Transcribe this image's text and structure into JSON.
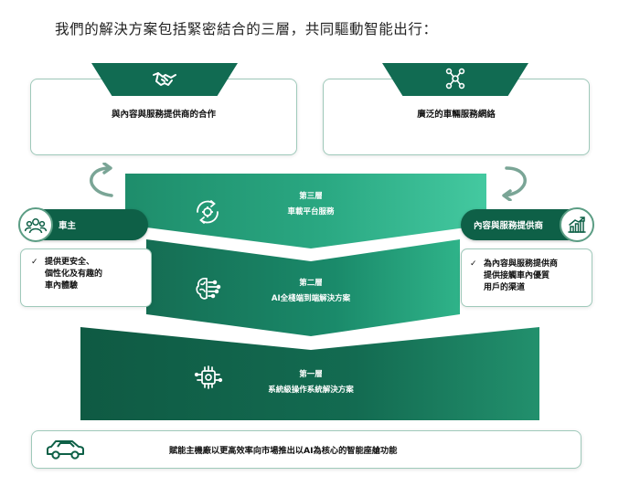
{
  "title": "我們的解決方案包括緊密結合的三層，共同驅動智能出行：",
  "top_boxes": [
    {
      "label": "與內容與服務提供商的合作",
      "icon": "handshake-icon"
    },
    {
      "label": "廣泛的車輛服務網絡",
      "icon": "network-icon"
    }
  ],
  "layers": [
    {
      "title": "第三層",
      "subtitle": "車載平台服務",
      "icon": "gear-cycle-icon"
    },
    {
      "title": "第二層",
      "subtitle": "AI全棧端到端解決方案",
      "icon": "ai-brain-icon"
    },
    {
      "title": "第一層",
      "subtitle": "系統級操作系統解決方案",
      "icon": "chip-system-icon"
    }
  ],
  "left_actor": {
    "label": "車主",
    "icon": "users-icon",
    "check": "✓",
    "benefit_lines": [
      "提供更安全、",
      "個性化及有趣的",
      "車內體驗"
    ]
  },
  "right_actor": {
    "label": "內容與服務提供商",
    "icon": "growth-chart-icon",
    "check": "✓",
    "benefit_lines": [
      "為內容與服務提供商",
      "提供接觸車內優質",
      "用戶的渠道"
    ]
  },
  "bottom": {
    "text": "賦能主機廠以更高效率向市場推出以AI為核心的智能座艙功能",
    "icon": "car-icon"
  },
  "colors": {
    "dark_green": "#0e6047",
    "mid_green": "#1a8a6a",
    "light_green": "#3fc19a",
    "border": "#9fc9ba"
  }
}
